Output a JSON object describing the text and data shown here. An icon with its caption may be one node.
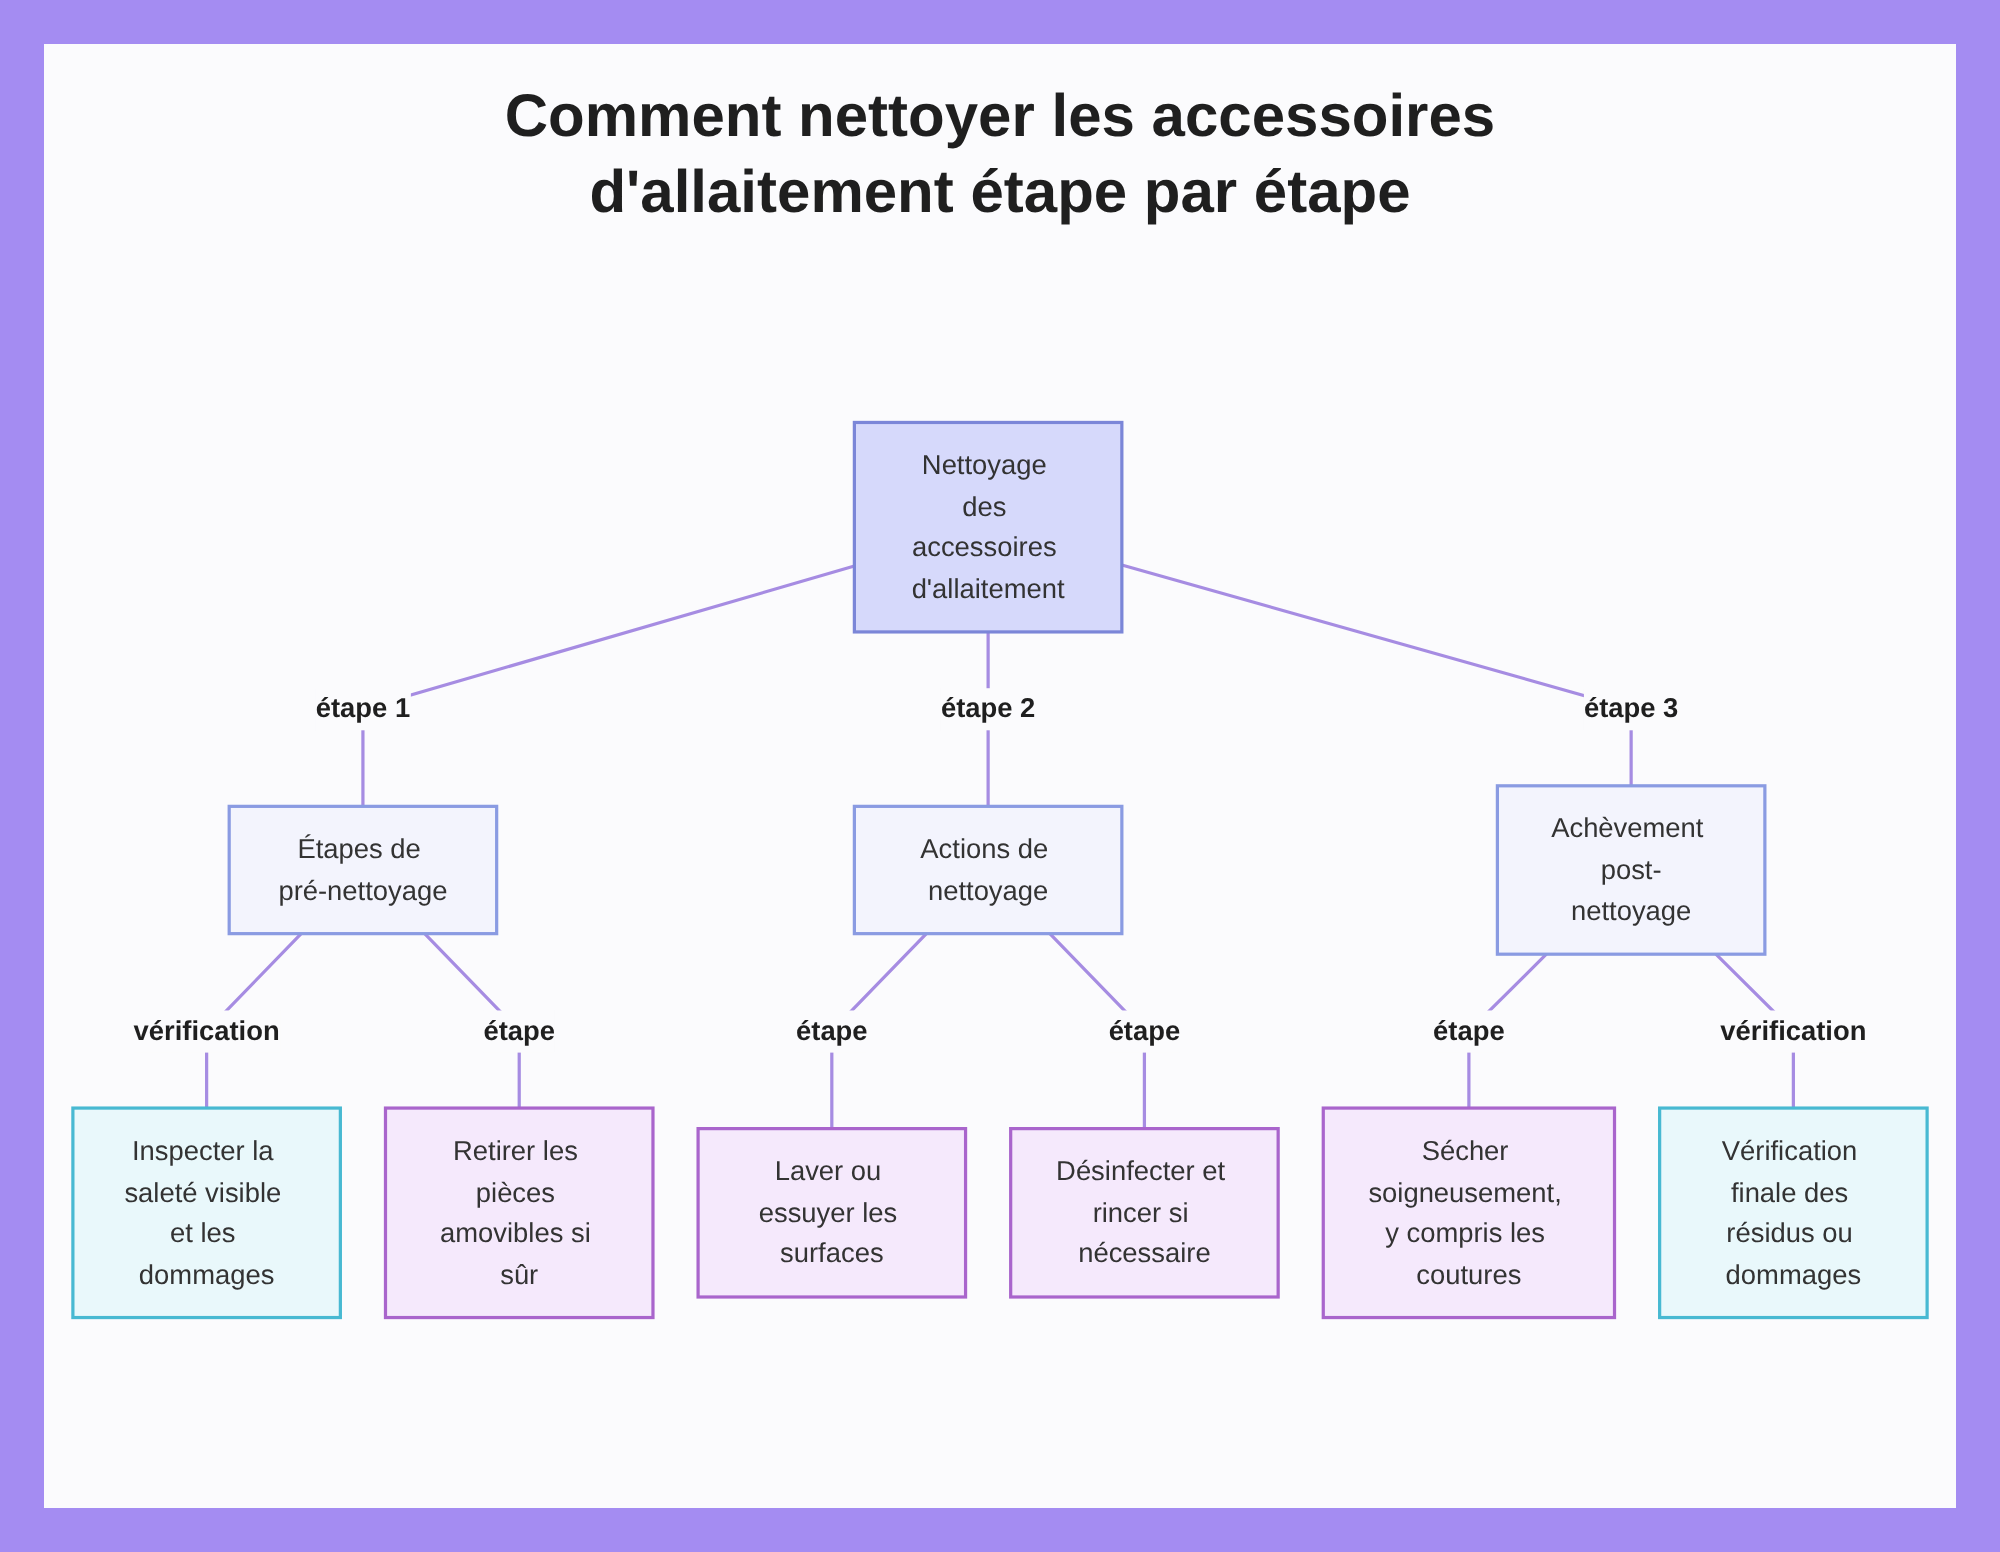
{
  "diagram": {
    "title": "Comment nettoyer les accessoires d'allaitement étape par étape",
    "nodes": [
      {
        "text": [
          "Nettoyage des accessoires d'allaitement"
        ]
      },
      {
        "text": [
          "Étapes de pré-nettoyage"
        ]
      },
      {
        "text": [
          "Actions de nettoyage"
        ]
      },
      {
        "text": [
          "Achèvement post-nettoyage"
        ]
      },
      {
        "text": [
          "Inspecter la saleté visible et les dommages"
        ]
      },
      {
        "text": [
          "Retirer les pièces amovibles si sûr"
        ]
      },
      {
        "text": [
          "Laver ou essuyer les surfaces"
        ]
      },
      {
        "text": [
          "Désinfecter et rincer si nécessaire"
        ]
      },
      {
        "text": [
          "Sécher soigneusement, y compris les coutures"
        ]
      },
      {
        "text": [
          "Vérification finale des résidus ou dommages"
        ]
      }
    ],
    "edges": [
      {
        "from": 0,
        "to": 1,
        "arrow": "none",
        "label": "étape 1"
      },
      {
        "from": 0,
        "to": 2,
        "arrow": "none",
        "label": "étape 2"
      },
      {
        "from": 0,
        "to": 3,
        "arrow": "none",
        "label": "étape 3"
      },
      {
        "from": 1,
        "to": 4,
        "arrow": "none",
        "label": "vérification"
      },
      {
        "from": 1,
        "to": 5,
        "arrow": "none",
        "label": "étape"
      },
      {
        "from": 2,
        "to": 6,
        "arrow": "none",
        "label": "étape"
      },
      {
        "from": 2,
        "to": 7,
        "arrow": "none",
        "label": "étape"
      },
      {
        "from": 3,
        "to": 8,
        "arrow": "none",
        "label": "étape"
      },
      {
        "from": 3,
        "to": 9,
        "arrow": "none",
        "label": "vérification"
      }
    ]
  }
}
